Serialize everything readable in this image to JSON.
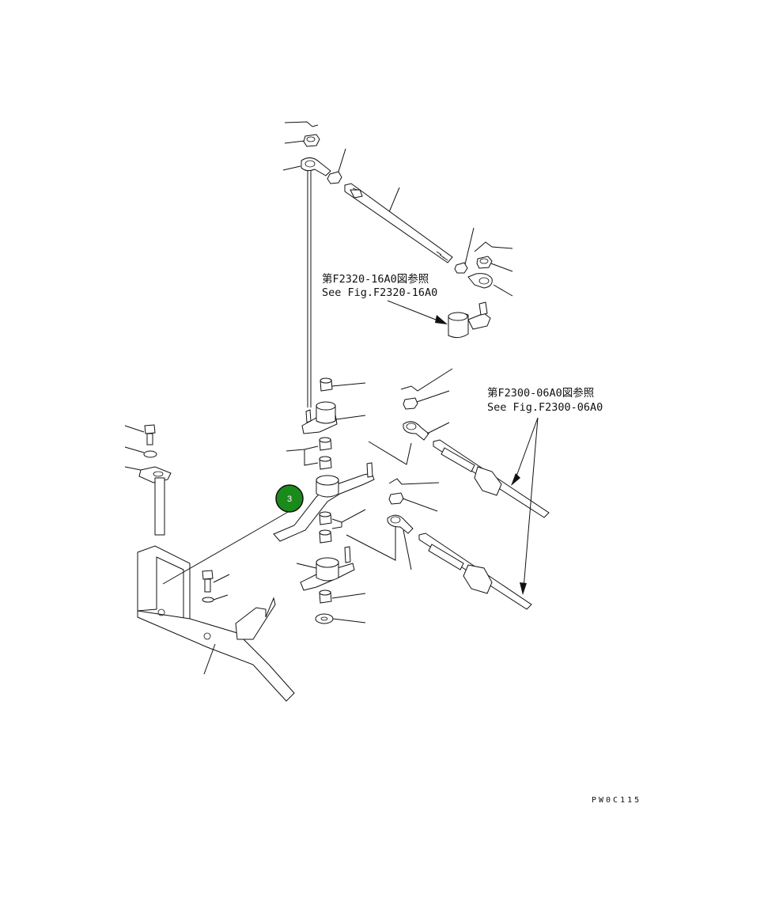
{
  "references": [
    {
      "jp": "第F2320-16A0図参照",
      "en": "See Fig.F2320-16A0"
    },
    {
      "jp": "第F2300-06A0図参照",
      "en": "See Fig.F2300-06A0"
    }
  ],
  "callout": {
    "number": "3",
    "color": "#1a8a1a"
  },
  "drawing_code": "PW0C115"
}
